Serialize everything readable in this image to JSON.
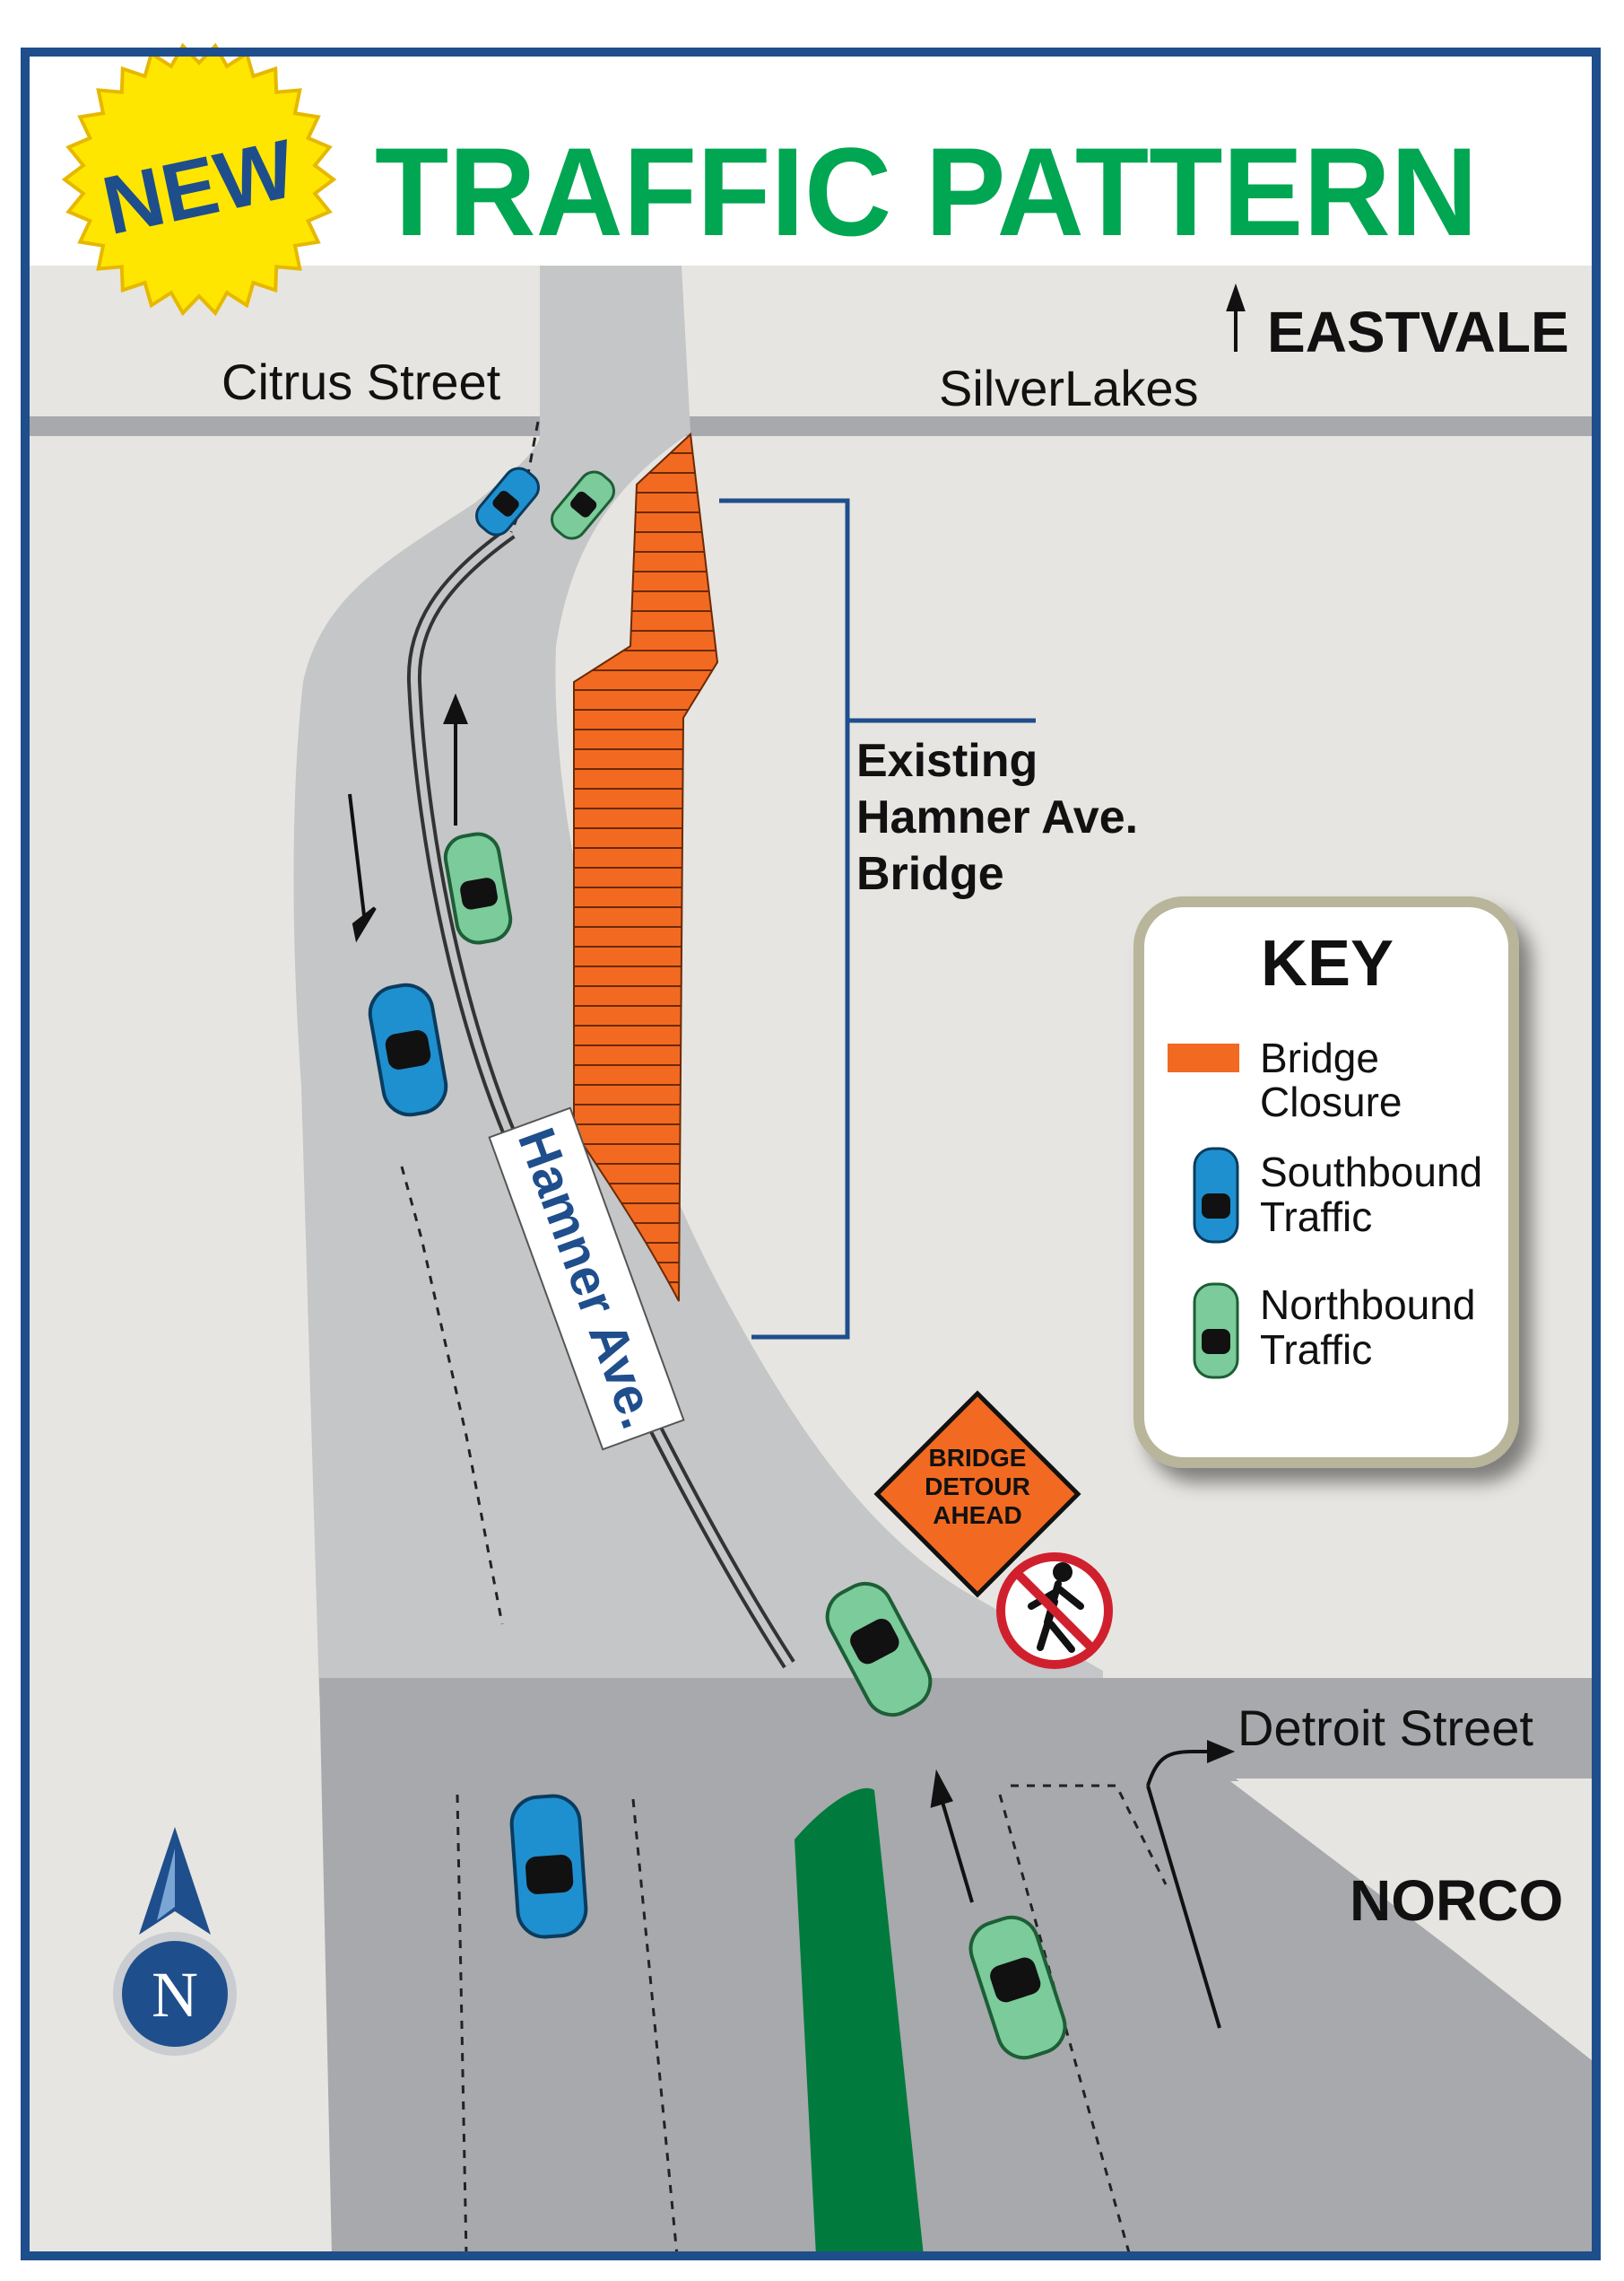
{
  "header": {
    "badge": "NEW",
    "title": "TRAFFIC PATTERN"
  },
  "map": {
    "streets": {
      "citrus": "Citrus Street",
      "silverlakes": "SilverLakes",
      "detroit": "Detroit Street",
      "hamner": "Hamner Ave."
    },
    "regions": {
      "north": "EASTVALE",
      "south": "NORCO"
    },
    "bridge_label": [
      "Existing",
      "Hamner Ave.",
      "Bridge"
    ],
    "sign": [
      "BRIDGE",
      "DETOUR",
      "AHEAD"
    ],
    "compass": "N"
  },
  "key": {
    "title": "KEY",
    "items": [
      {
        "label": [
          "Bridge",
          "Closure"
        ],
        "color": "#F26A21",
        "icon": "orange-swatch"
      },
      {
        "label": [
          "Southbound",
          "Traffic"
        ],
        "color": "#1E90D0",
        "icon": "blue-car-icon"
      },
      {
        "label": [
          "Northbound",
          "Traffic"
        ],
        "color": "#7CCB9A",
        "icon": "green-car-icon"
      }
    ]
  },
  "colors": {
    "frame": "#1F4E8C",
    "title": "#00A651",
    "badge": "#FFE600",
    "badge_text": "#1F4E8C",
    "land": "#E7E5E1",
    "road_light": "#C4C6C8",
    "road_dark": "#A7A9AC",
    "closure": "#F26A21",
    "median": "#007A3D"
  }
}
